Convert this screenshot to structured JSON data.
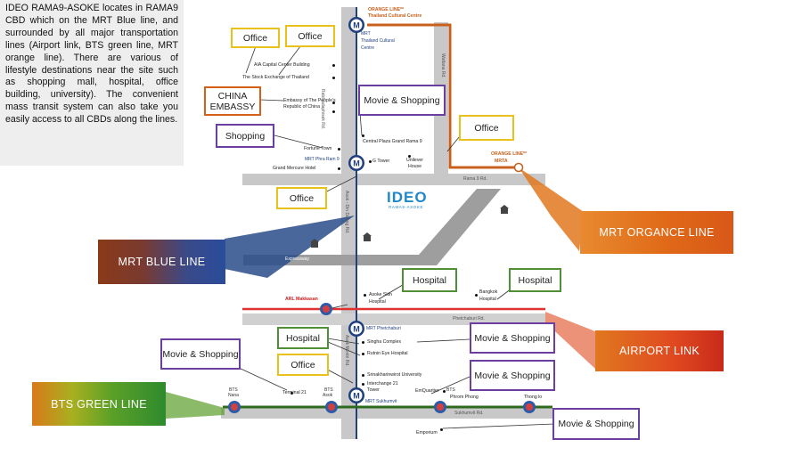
{
  "description": "IDEO RAMA9-ASOKE  locates in RAMA9 CBD which on the MRT Blue line, and surrounded by all major transportation lines (Airport link, BTS green line, MRT orange line). There are various of lifestyle destinations near the site such as shopping mall, hospital, office building, university). The convenient mass transit system can also take you easily access to all CBDs along the lines.",
  "callouts": {
    "office_a": "Office",
    "office_b": "Office",
    "china_embassy": "CHINA EMBASSY",
    "movie_top": "Movie & Shopping",
    "shopping": "Shopping",
    "office_right": "Office",
    "office_mid": "Office",
    "hospital_a": "Hospital",
    "hospital_b": "Hospital",
    "hospital_left": "Hospital",
    "office_low": "Office",
    "movie_right_a": "Movie & Shopping",
    "movie_left": "Movie & Shopping",
    "movie_right_b": "Movie & Shopping",
    "movie_bottom": "Movie & Shopping"
  },
  "banners": {
    "mrt_blue": "MRT BLUE LINE",
    "mrt_orange": "MRT ORGANCE LINE",
    "airport": "AIRPORT LINK",
    "bts_green": "BTS GREEN  LINE"
  },
  "map": {
    "orange_top": "ORANGE LINE**",
    "thailand_cultural_top": "Thailand Cultural Centre",
    "mrt_tcc_1": "MRT",
    "mrt_tcc_2": "Thailand Cultural",
    "mrt_tcc_3": "Centre",
    "aia": "AIA Capital Center Building",
    "set": "The Stock Exchange of Thailand",
    "embassy_1": "Embassy of The People's",
    "embassy_2": "Republic of China",
    "central_plaza": "Central Plaza Grand Rama 9",
    "fortune": "Fortune Town",
    "mrt_rama9": "MRT Phra Ram 9",
    "grand_mercure": "Grand Mercure Hotel",
    "g_tower": "G Tower",
    "unilever_1": "Unilever",
    "unilever_2": "House",
    "orange_right_1": "ORANGE LINE**",
    "orange_right_2": "MRTA",
    "rama9_rd": "Rama 9 Rd.",
    "ideo_logo": "IDEO",
    "ideo_sub": "RAMA9-ASOKE",
    "expressway": "Expressway",
    "arl": "ARL Makkasan",
    "asoke_skin_1": "Asoke Skin",
    "asoke_skin_2": "Hospital",
    "bangkok_hosp_1": "Bangkok",
    "bangkok_hosp_2": "Hospital",
    "phetchaburi_rd": "Phetchaburi Rd.",
    "mrt_phet": "MRT Phetchaburi",
    "singha": "Singha Complex",
    "rutnin": "Rutnin Eye Hospital",
    "swu": "Srinakharinwirot University",
    "interchange_1": "Interchange 21",
    "interchange_2": "Tower",
    "terminal21": "Terminal 21",
    "emquartier": "EmQuartier",
    "phrom_phong": "Phrom Phong",
    "thong_lo": "Thong lo",
    "bts_nana_1": "BTS",
    "bts_nana_2": "Nana",
    "bts_asok_1": "BTS",
    "bts_asok_2": "Asok",
    "bts_tl": "BTS",
    "bts_pp": "BTS",
    "mrt_sukhumvit": "MRT Sukhumvit",
    "sukhumvit_rd": "Sukhumvit Rd.",
    "emporium": "Emporium",
    "ratchadaphisek_rd": "Ratchadaphisek Rd.",
    "asok_montri_rd": "Asok Montri Rd.",
    "new_phetchaburi": "Asok - Din Daeng Rd.",
    "right_rd": "Wattana Rd."
  },
  "colors": {
    "mrt_blue": "#1f3f7f",
    "mrt_orange": "#c8601c",
    "airport": "#e03030",
    "bts_green": "#2e7d1e",
    "callout_yellow": "#e8c21a",
    "callout_purple": "#6b3fa0",
    "callout_green": "#4f8f35",
    "callout_orange": "#d4601a"
  }
}
